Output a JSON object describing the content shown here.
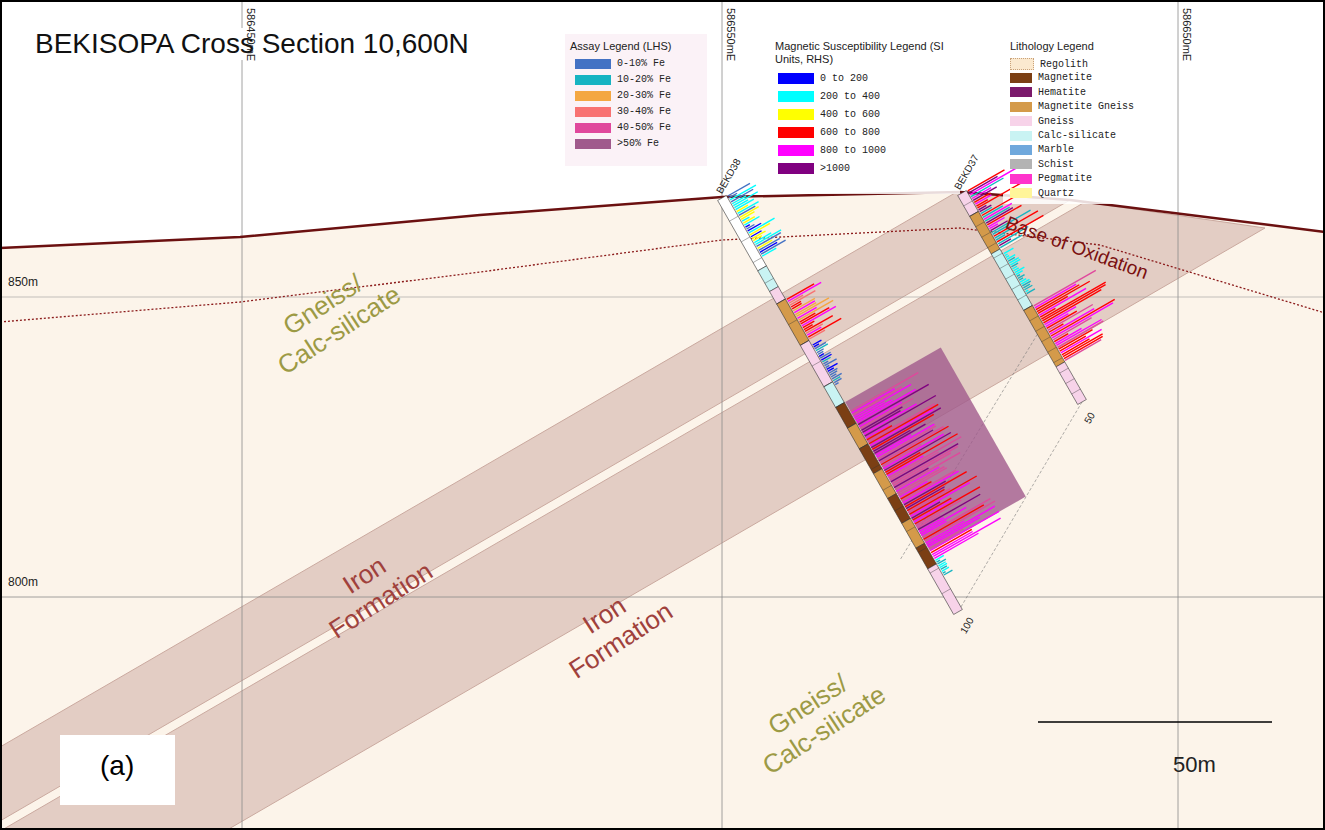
{
  "diagram": {
    "title": "BEKISOPA Cross Section 10,600N",
    "labels": [
      "586450mE",
      "586550mE",
      "586650mE",
      "850m",
      "800m",
      "Assay Legend (LHS)",
      "Magnetic Susceptibility Legend (SI Units, RHS)",
      "Lithology Legend",
      "BEKD38",
      "BEKD37",
      "100",
      "50",
      "Base of Oxidation",
      "Gneiss/ Calc-silicate",
      "Iron Formation",
      "Iron Formation",
      "Gneiss/ Calc-silicate",
      "50m",
      "(a)"
    ],
    "legend": [
      {
        "text": "0-10% Fe",
        "color": "#4472c4"
      },
      {
        "text": "10-20% Fe",
        "color": "#17b4c2"
      },
      {
        "text": "20-30% Fe",
        "color": "#f4a742"
      },
      {
        "text": "30-40% Fe",
        "color": "#f87272"
      },
      {
        "text": "40-50% Fe",
        "color": "#e0489c"
      },
      {
        "text": ">50% Fe",
        "color": "#a05a8c"
      },
      {
        "text": "0 to 200",
        "color": "#0000ff"
      },
      {
        "text": "200 to 400",
        "color": "#00ffff"
      },
      {
        "text": "400 to 600",
        "color": "#ffff00"
      },
      {
        "text": "600 to 800",
        "color": "#ff0000"
      },
      {
        "text": "800 to 1000",
        "color": "#ff00ff"
      },
      {
        "text": ">1000",
        "color": "#800080"
      },
      {
        "text": "Regolith",
        "color": "#fbe9cf"
      },
      {
        "text": "Magnetite",
        "color": "#7b3f14"
      },
      {
        "text": "Hematite",
        "color": "#7b1a6b"
      },
      {
        "text": "Magnetite Gneiss",
        "color": "#d49a4a"
      },
      {
        "text": "Gneiss",
        "color": "#f7d3e9"
      },
      {
        "text": "Calc-silicate",
        "color": "#c9f3f3"
      },
      {
        "text": "Marble",
        "color": "#6fa8dc"
      },
      {
        "text": "Schist",
        "color": "#b3b3b3"
      },
      {
        "text": "Pegmatite",
        "color": "#ff33cc"
      },
      {
        "text": "Quartz",
        "color": "#fff59a"
      }
    ]
  }
}
